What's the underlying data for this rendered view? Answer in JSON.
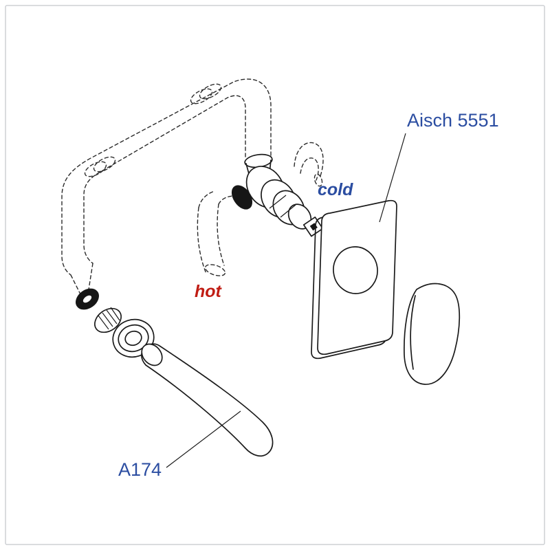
{
  "labels": {
    "model": "Aisch 5551",
    "cold": "cold",
    "hot": "hot",
    "spout": "A174"
  },
  "colors": {
    "label_blue": "#2b4da1",
    "hot_red": "#c01d14",
    "line_black": "#1a1a1a"
  }
}
